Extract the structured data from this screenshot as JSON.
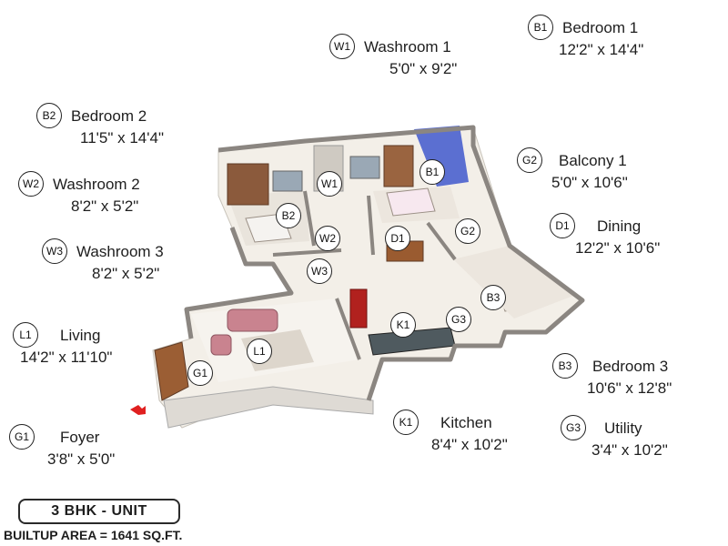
{
  "rooms": [
    {
      "code": "B1",
      "name": "Bedroom 1",
      "dims": "12'2\" x 14'4\""
    },
    {
      "code": "W1",
      "name": "Washroom 1",
      "dims": "5'0\" x 9'2\""
    },
    {
      "code": "B2",
      "name": "Bedroom 2",
      "dims": "11'5\" x 14'4\""
    },
    {
      "code": "W2",
      "name": "Washroom 2",
      "dims": "8'2\" x 5'2\""
    },
    {
      "code": "W3",
      "name": "Washroom 3",
      "dims": "8'2\" x 5'2\""
    },
    {
      "code": "L1",
      "name": "Living",
      "dims": "14'2\" x 11'10\""
    },
    {
      "code": "G1",
      "name": "Foyer",
      "dims": "3'8\" x 5'0\""
    },
    {
      "code": "G2",
      "name": "Balcony 1",
      "dims": "5'0\" x 10'6\""
    },
    {
      "code": "D1",
      "name": "Dining",
      "dims": "12'2\" x 10'6\""
    },
    {
      "code": "B3",
      "name": "Bedroom 3",
      "dims": "10'6\" x 12'8\""
    },
    {
      "code": "G3",
      "name": "Utility",
      "dims": "3'4\" x 10'2\""
    },
    {
      "code": "K1",
      "name": "Kitchen",
      "dims": "8'4\" x 10'2\""
    }
  ],
  "unit_type": "3 BHK - UNIT",
  "builtup_area": "BUILTUP AREA = 1641 SQ.FT.",
  "colors": {
    "accent_wall": "#5b6fd1",
    "entry_arrow": "#e02020"
  }
}
